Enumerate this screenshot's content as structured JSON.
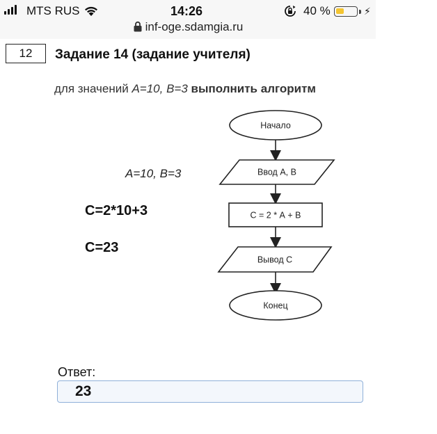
{
  "status_bar": {
    "carrier": "MTS RUS",
    "time": "14:26",
    "battery_percent": "40 %",
    "battery_level": 0.4,
    "url": "inf-oge.sdamgia.ru"
  },
  "task": {
    "number": "12",
    "title": "Задание 14  (задание учителя)",
    "prompt_prefix": "для значений ",
    "prompt_values": "A=10, B=3",
    "prompt_suffix": "  выполнить алгоритм"
  },
  "flowchart": {
    "start": "Начало",
    "input": "Ввод А, В",
    "process": "С = 2 * А + В",
    "output": "Вывод С",
    "end": "Конец"
  },
  "notes": {
    "values": "A=10, B=3",
    "calc_expression": "C=2*10+3",
    "calc_result": "C=23"
  },
  "answer": {
    "label": "Ответ:",
    "value": "23"
  }
}
